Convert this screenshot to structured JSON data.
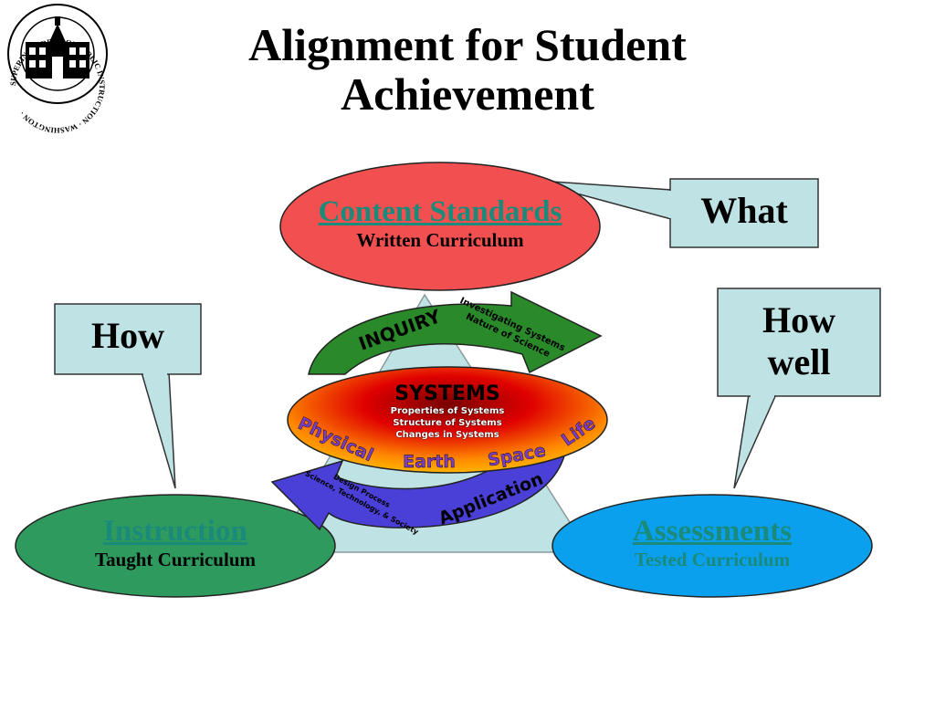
{
  "title": {
    "line1": "Alignment for Student",
    "line2": "Achievement"
  },
  "seal": {
    "text": "SUPERINTENDENT OF PUBLIC INSTRUCTION · WASHINGTON ·"
  },
  "ovals": {
    "content": {
      "main": "Content Standards",
      "sub": "Written Curriculum",
      "fill": "#f25050",
      "main_color": "#1a8a7a",
      "sub_color": "#000000"
    },
    "instruction": {
      "main": "Instruction",
      "sub": "Taught Curriculum",
      "fill": "#2f9a5e",
      "main_color": "#1a8a7a",
      "sub_color": "#000000"
    },
    "assessments": {
      "main": "Assessments",
      "sub": "Tested Curriculum",
      "fill": "#0aa0ee",
      "main_color": "#1a8a7a",
      "sub_color": "#1a8a7a"
    }
  },
  "callouts": {
    "what": "What",
    "how": "How",
    "how_well_1": "How",
    "how_well_2": "well"
  },
  "systems": {
    "heading": "SYSTEMS",
    "lines": [
      "Properties of Systems",
      "Structure of Systems",
      "Changes in Systems"
    ],
    "inquiry": "INQUIRY",
    "investigating_1": "Investigating Systems",
    "investigating_2": "Nature of Science",
    "domains": [
      "Physical",
      "Earth",
      "Space",
      "Life"
    ],
    "application": "Application",
    "design_1": "Design Process",
    "design_2": "Science, Technology, & Society"
  },
  "colors": {
    "callout_fill": "#bfe3e5",
    "triangle_fill": "#bfe3e5"
  }
}
